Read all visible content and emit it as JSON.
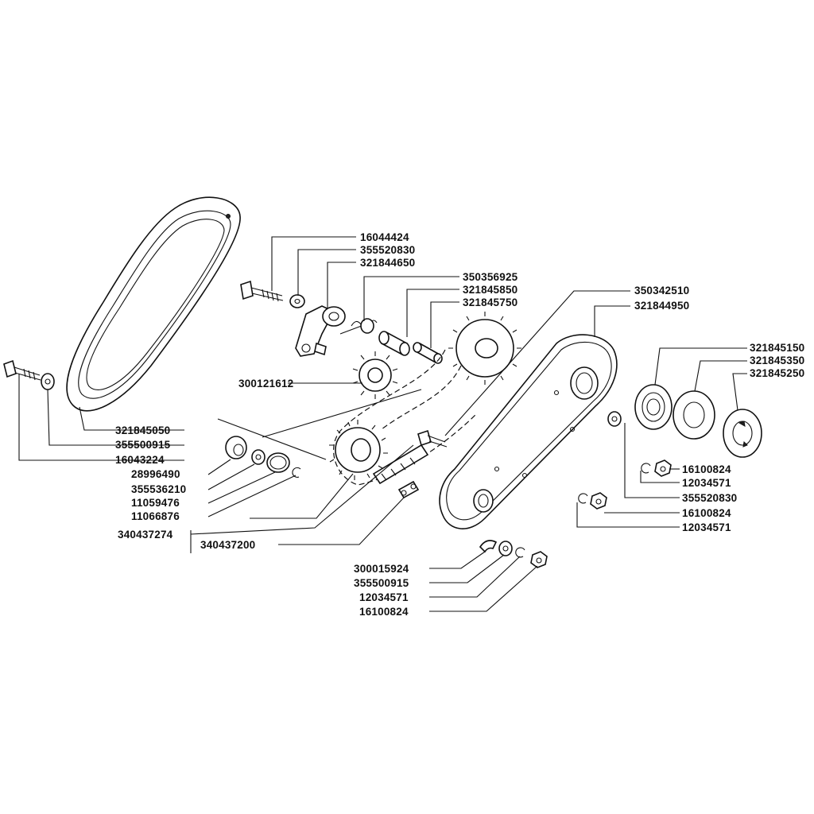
{
  "part_numbers": {
    "p16044424": "16044424",
    "p355520830": "355520830",
    "p321844650": "321844650",
    "p350356925": "350356925",
    "p321845850": "321845850",
    "p321845750": "321845750",
    "p350342510": "350342510",
    "p321844950": "321844950",
    "p300121612": "300121612",
    "p321845150": "321845150",
    "p321845350": "321845350",
    "p321845250": "321845250",
    "p321845050": "321845050",
    "p355500915": "355500915",
    "p16043224": "16043224",
    "p28996490": "28996490",
    "p355536210": "355536210",
    "p11059476": "11059476",
    "p11066876": "11066876",
    "p340437274": "340437274",
    "p340437200": "340437200",
    "p16100824_a": "16100824",
    "p12034571_a": "12034571",
    "p355520830_b": "355520830",
    "p16100824_b": "16100824",
    "p12034571_b": "12034571",
    "p300015924": "300015924",
    "p355500915_b": "355500915",
    "p12034571_c": "12034571",
    "p16100824_c": "16100824"
  },
  "colors": {
    "line": "#111111",
    "background": "#ffffff"
  }
}
